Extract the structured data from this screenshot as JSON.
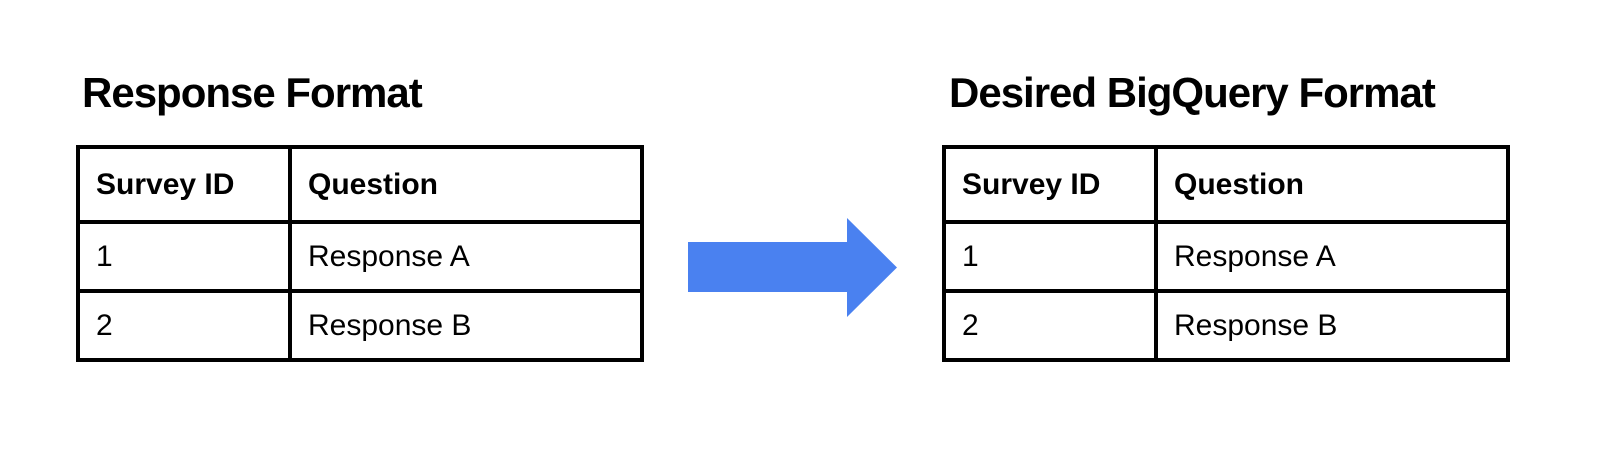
{
  "page": {
    "background": "#ffffff"
  },
  "left_panel": {
    "title": "Response Format",
    "table": {
      "headers": [
        "Survey ID",
        "Question"
      ],
      "rows": [
        [
          "1",
          "Response A"
        ],
        [
          "2",
          "Response B"
        ]
      ]
    }
  },
  "arrow": {
    "direction": "right",
    "color": "#4a81f0"
  },
  "right_panel": {
    "title": "Desired BigQuery Format",
    "table": {
      "headers": [
        "Survey ID",
        "Question"
      ],
      "rows": [
        [
          "1",
          "Response A"
        ],
        [
          "2",
          "Response B"
        ]
      ]
    }
  },
  "colors": {
    "border": "#000000",
    "text": "#000000"
  }
}
